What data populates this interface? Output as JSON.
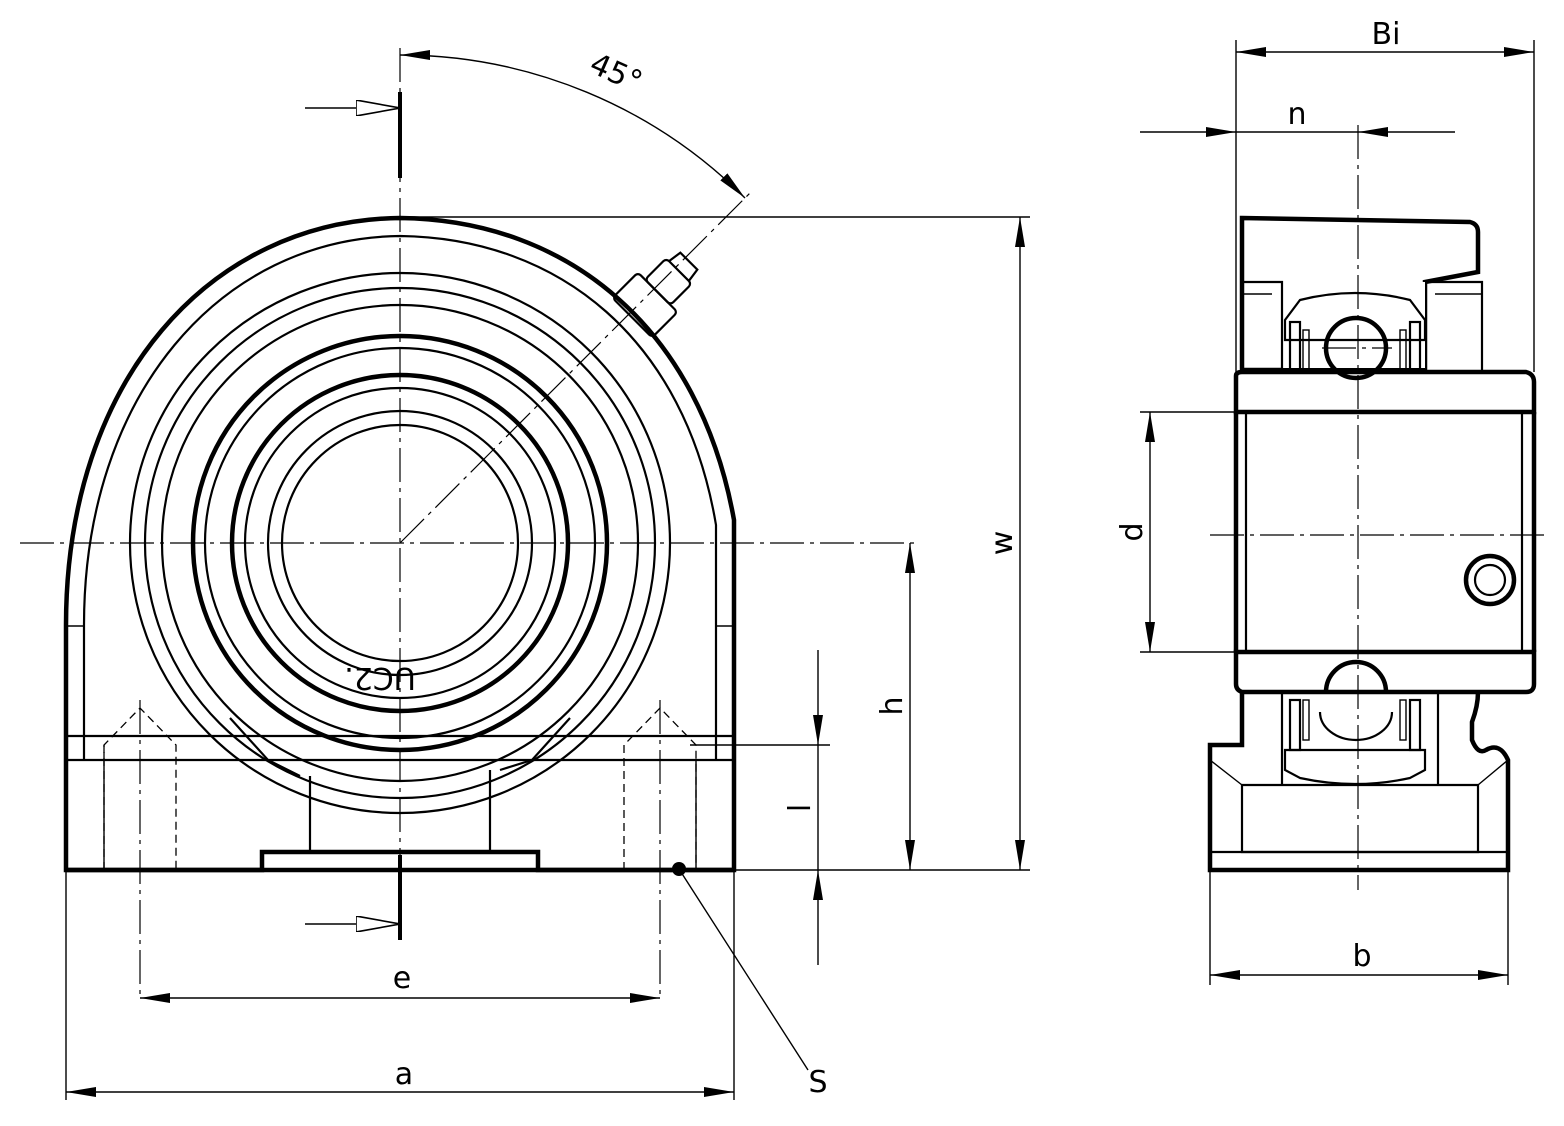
{
  "labels": {
    "angle": "45°",
    "w": "w",
    "h": "h",
    "l": "l",
    "e": "e",
    "a": "a",
    "s": "S",
    "bi": "Bi",
    "n": "n",
    "d": "d",
    "b": "b",
    "stamp": "UC2."
  }
}
